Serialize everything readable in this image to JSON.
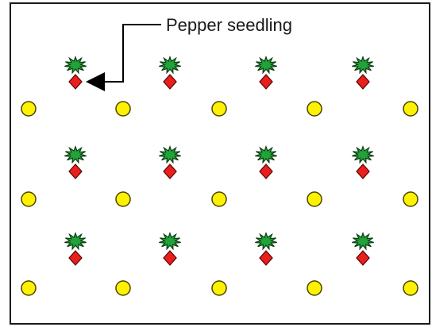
{
  "annotation": {
    "text": "Pepper seedling"
  },
  "colors": {
    "frame": "#1a1a1a",
    "leaf": "#22a33a",
    "leaf_outline": "#0b3d12",
    "seedling_diamond": "#e8201c",
    "diamond_outline": "#5a0000",
    "circle_fill": "#fff200",
    "circle_outline": "#4a4300",
    "arrow": "#000000"
  },
  "icons": {
    "seedling": "pepper-seedling-icon",
    "circle": "yellow-circle-marker"
  },
  "layout_summary": {
    "seedling_rows": 3,
    "seedlings_per_row": 4,
    "circle_rows": 3,
    "circles_per_row": 5
  }
}
